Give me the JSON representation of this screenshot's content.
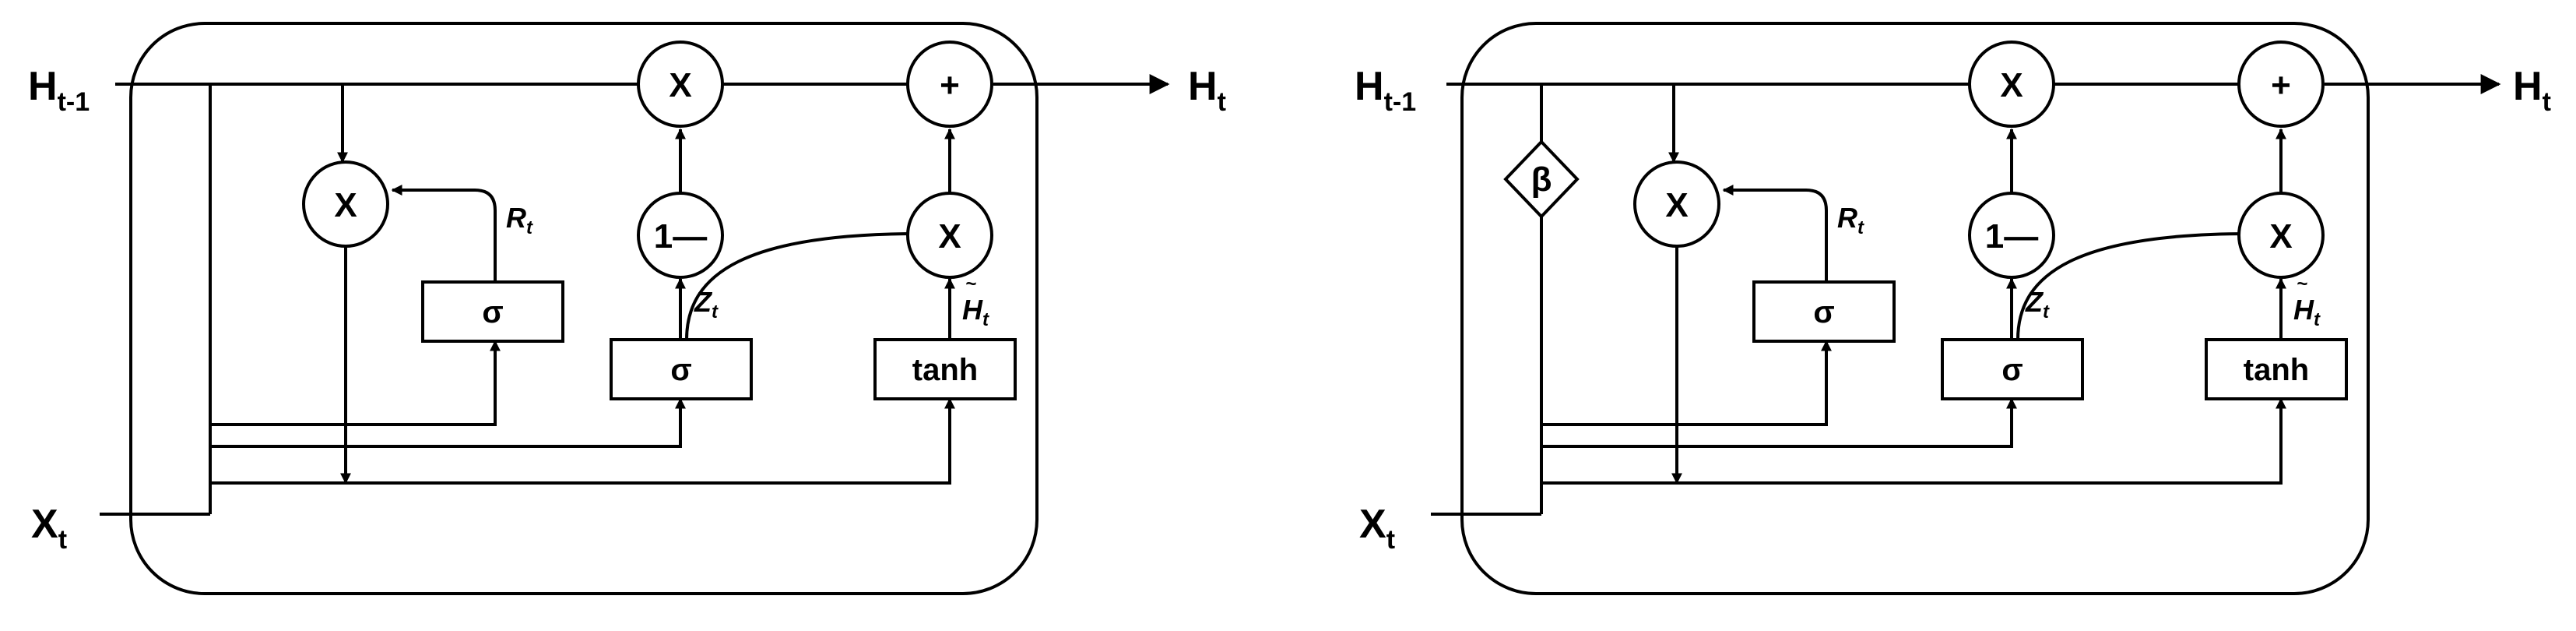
{
  "left_cell": {
    "input_prev_hidden": {
      "main": "H",
      "sub": "t-1"
    },
    "input_x": {
      "main": "X",
      "sub": "t"
    },
    "output_hidden": {
      "main": "H",
      "sub": "t"
    },
    "reset_multiply": "X",
    "one_minus": "1—",
    "upper_multiply": "X",
    "plus": "+",
    "candidate_multiply": "X",
    "reset_sigma": "σ",
    "update_sigma": "σ",
    "tanh": "tanh",
    "reset_label": {
      "main": "R",
      "sub": "t"
    },
    "update_label": {
      "main": "Z",
      "sub": "t"
    },
    "candidate_label": {
      "main": "H",
      "tilde": "~",
      "sub": "t"
    }
  },
  "right_cell": {
    "input_prev_hidden": {
      "main": "H",
      "sub": "t-1"
    },
    "input_x": {
      "main": "X",
      "sub": "t"
    },
    "output_hidden": {
      "main": "H",
      "sub": "t"
    },
    "beta": "β",
    "reset_multiply": "X",
    "one_minus": "1—",
    "upper_multiply": "X",
    "plus": "+",
    "candidate_multiply": "X",
    "reset_sigma": "σ",
    "update_sigma": "σ",
    "tanh": "tanh",
    "reset_label": {
      "main": "R",
      "sub": "t"
    },
    "update_label": {
      "main": "Z",
      "sub": "t"
    },
    "candidate_label": {
      "main": "H",
      "tilde": "~",
      "sub": "t"
    }
  }
}
